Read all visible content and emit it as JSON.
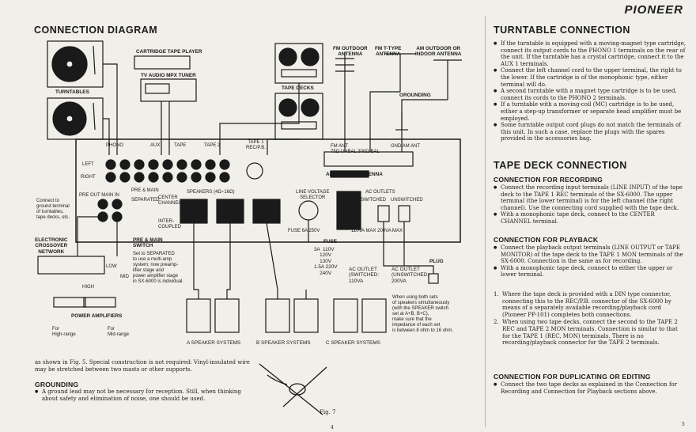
{
  "brand": "PIONEER",
  "left": {
    "title": "CONNECTION DIAGRAM",
    "labels": {
      "turntables": "TURNTABLES",
      "cartridge_tape_player": "CARTRIDGE TAPE PLAYER",
      "tv_audio_mpx_tuner": "TV AUDIO MPX TUNER",
      "tape_decks": "TAPE DECKS",
      "fm_outdoor_antenna": "FM OUTDOOR\nANTENNA",
      "fm_t_type_antenna": "FM T-TYPE\nANTENNA",
      "am_outdoor_antenna": "AM OUTDOOR OR\nINDOOR ANTENNA",
      "grounding": "GROUNDING",
      "phono": "PHONO",
      "aux": "AUX",
      "tape": "TAPE",
      "tape_2": "TAPE 2",
      "tape_1_rec_pb": "TAPE 1\nREC/P.B.",
      "left_ch": "LEFT",
      "right_ch": "RIGHT",
      "connect_to_ground": "Connect to\nground terminal\nof turntables,\ntape decks, etc.",
      "fm_ant": "FM ANT\n75Ω UNBAL 300Ω BAL",
      "gnd_am_ant": "GND AM ANT",
      "am_ferrite_antenna": "AM FERRITE ANTENNA",
      "pre_out_main_in": "PRE OUT MAIN IN",
      "pre_main": "PRE & MAIN",
      "separated": "SEPARATED",
      "center_channel": "CENTER\nCHANNEL",
      "inter_coupled": "INTER-\nCOUPLED",
      "speakers": "SPEAKERS (4Ω~16Ω)",
      "line_voltage_selector": "LINE VOLTAGE\nSELECTOR",
      "fuse_spec": "FUSE 6A 250V",
      "ac_outlets": "AC OUTLETS",
      "switched": "SWITCHED",
      "unswitched": "UNSWITCHED",
      "outlet_ratings": "110VA MAX  200VA MAX",
      "electronic_crossover_network": "ELECTRONIC\nCROSSOVER\nNETWORK",
      "low": "LOW",
      "mid": "MID",
      "high": "HIGH",
      "power_amplifiers": "POWER AMPLIFIERS",
      "for_high_range": "For\nHigh-range",
      "for_mid_range": "For\nMid-range",
      "pre_main_switch_title": "PRE & MAIN\nSWITCH",
      "pre_main_switch_text": "Set to SEPARATED\nto use a multi-amp\nsystem; now preamp-\nlifier stage and\npower amplifier stage\nin SX-6000 is individual.",
      "fuse": "FUSE",
      "fuse_ratings": "3A  110V\n    120V\n    130V\n1.5A 220V\n    240V",
      "ac_outlet_switched": "AC OUTLET\n(SWITCHED:\n110VA",
      "ac_outlet_unswitched": "AC OUTLET\n(UNSWITCHED:\n200VA",
      "plug": "PLUG",
      "speaker_note": "When using both sets\nof speakers simultaneously\n(with the SPEAKER switch\nset at A+B, B+C),\nmake sure that the\nimpedance of each set\nis between 8 ohm to 16 ohm.",
      "a_speaker_systems": "A SPEAKER SYSTEMS",
      "b_speaker_systems": "B SPEAKER SYSTEMS",
      "c_speaker_systems": "C SPEAKER SYSTEMS"
    },
    "body_text": "as shown in Fig. 5. Special construction is not required: Vinyl-insulated wire may be stretched between two masts or other supports.",
    "grounding_heading": "GROUNDING",
    "grounding_text": "A ground lead may not be necessary for reception. Still, when thinking about safety and elimination of noise, one should be used.",
    "fig_label": "Fig. 7",
    "page_number": "4"
  },
  "right": {
    "turntable_title": "TURNTABLE CONNECTION",
    "turntable_bullets": [
      "If the turntable is equipped with a moving-magnet type cartridge, connect its output cords to the PHONO 1 terminals on the rear of the unit. If the turntable has a crystal cartridge, connect it to the AUX 1 terminals.",
      "Connect the left channel cord to the upper terminal, the right to the lower. If the cartridge is of the monophonic type, either terminal will do.",
      "A second turntable with a magnet type cartridge is to be used, connect its cords to the PHONO 2 terminals.",
      "If a turntable with a moving-coil (MC) cartridge is to be used, either a step-up transformer or separate head amplifier must be employed.",
      "Some turntable output cord plugs do not match the terminals of this unit. In such a case, replace the plugs with the spares provided in the accessories bag."
    ],
    "tape_title": "TAPE DECK CONNECTION",
    "recording_heading": "CONNECTION FOR RECORDING",
    "recording_bullets": [
      "Connect the recording input terminals (LINE INPUT) of the tape deck to the TAPE 1 REC terminals of the SX-6000. The upper terminal (the lower terminal) is for the left channel (the right channel). Use the connecting cord supplied with the tape deck.",
      "With a monophonic tape deck, connect to the CENTER CHANNEL terminal."
    ],
    "playback_heading": "CONNECTION FOR PLAYBACK",
    "playback_bullets": [
      "Connect the playback output terminals (LINE OUTPUT or TAPE MONITOR) of the tape deck to the TAPE 1 MON terminals of the SX-6000. Connection is the same as for recording.",
      "With a monophonic tape deck, connect to either the upper or lower terminal."
    ],
    "numbered": [
      {
        "num": "1.",
        "text": "Where the tape deck is provided with a DIN type connector, connecting this to the REC/P.B. connector of the SX-6000 by means of a separately available recording/playback cord (Pioneer PP-101) completes both connections."
      },
      {
        "num": "2.",
        "text": "When using two tape decks, connect the second to the TAPE 2 REC and TAPE 2 MON terminals. Connection is similar to that for the TAPE 1 (REC, MON) terminals. There is no recording/playback connector for the TAPE 2 terminals."
      }
    ],
    "dup_heading": "CONNECTION FOR DUPLICATING OR EDITING",
    "dup_bullets": [
      "Connect the two tape decks as explained in the Connection for Recording and Connection for Playback sections above."
    ],
    "page_number": "5"
  }
}
